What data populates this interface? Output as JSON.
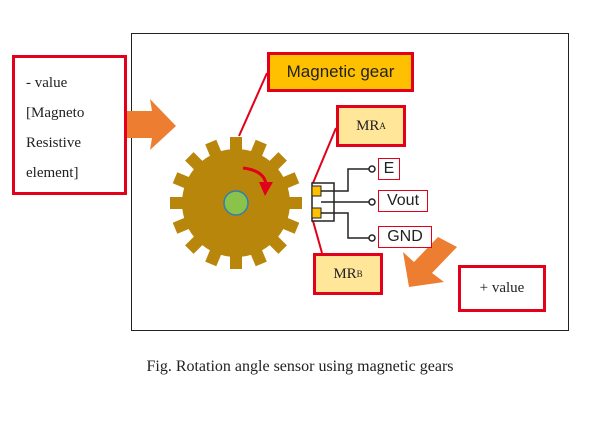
{
  "labels": {
    "left_box_lines": [
      "- value",
      "[Magneto",
      "Resistive",
      "element]"
    ],
    "gear": "Magnetic gear",
    "mr_a": {
      "main": "MR",
      "sub": "A"
    },
    "mr_b": {
      "main": "MR",
      "sub": "B"
    },
    "pin_e": "E",
    "pin_vout": "Vout",
    "pin_gnd": "GND",
    "plus_value": "+ value"
  },
  "caption": "Fig. Rotation angle sensor using magnetic gears",
  "colors": {
    "frame": "#222222",
    "highlight_border": "#e2001a",
    "gear_fill": "#b8860b",
    "gear_center": "#8bc34a",
    "label_fill": "#ffc000",
    "mr_fill": "#ffe699",
    "arrow_fill": "#ed7d31",
    "rotation_arrow": "#e2001a"
  },
  "icons": {
    "gear": "gear-icon",
    "rotation": "rotation-arrow-icon",
    "left_arrow": "arrow-right-icon",
    "right_arrow": "arrow-down-left-icon"
  }
}
